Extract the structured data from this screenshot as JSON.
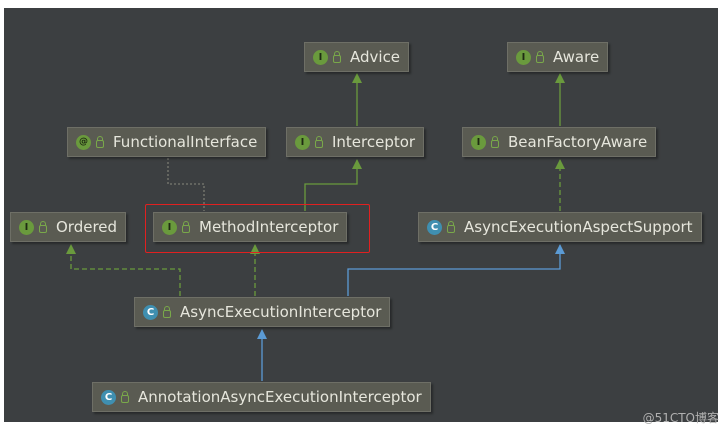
{
  "nodes": {
    "advice": {
      "kind": "I",
      "label": "Advice"
    },
    "aware": {
      "kind": "I",
      "label": "Aware"
    },
    "functional_interface": {
      "kind": "@",
      "label": "FunctionalInterface"
    },
    "interceptor": {
      "kind": "I",
      "label": "Interceptor"
    },
    "bean_factory_aware": {
      "kind": "I",
      "label": "BeanFactoryAware"
    },
    "ordered": {
      "kind": "I",
      "label": "Ordered"
    },
    "method_interceptor": {
      "kind": "I",
      "label": "MethodInterceptor"
    },
    "async_execution_aspect_support": {
      "kind": "C",
      "label": "AsyncExecutionAspectSupport"
    },
    "async_execution_interceptor": {
      "kind": "C",
      "label": "AsyncExecutionInterceptor"
    },
    "annotation_async_execution_interceptor": {
      "kind": "C",
      "label": "AnnotationAsyncExecutionInterceptor"
    }
  },
  "colors": {
    "background": "#3c3f41",
    "node_fill": "#5a5b52",
    "interface_extends": "#6a9a3d",
    "class_extends": "#5b9bd5",
    "annotation_link": "#7a7a72",
    "highlight": "#e02020"
  },
  "watermark": "@51CTO博客"
}
